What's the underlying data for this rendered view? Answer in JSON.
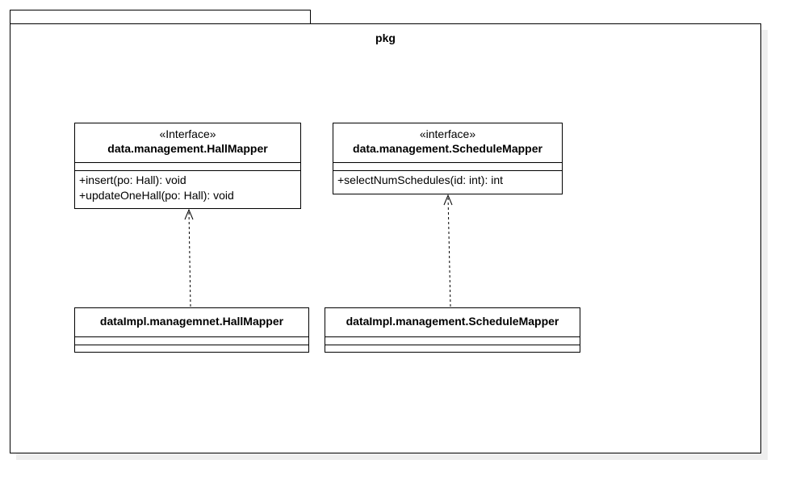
{
  "package": {
    "name": "pkg"
  },
  "classes": {
    "hall_interface": {
      "stereotype": "«Interface»",
      "name": "data.management.HallMapper",
      "operations": [
        "+insert(po: Hall): void",
        "+updateOneHall(po: Hall): void"
      ]
    },
    "schedule_interface": {
      "stereotype": "«interface»",
      "name": "data.management.ScheduleMapper",
      "operations": [
        "+selectNumSchedules(id: int): int"
      ]
    },
    "hall_impl": {
      "name": "dataImpl.managemnet.HallMapper"
    },
    "schedule_impl": {
      "name": "dataImpl.management.ScheduleMapper"
    }
  },
  "relations": [
    {
      "type": "realization",
      "from": "dataImpl.managemnet.HallMapper",
      "to": "data.management.HallMapper"
    },
    {
      "type": "realization",
      "from": "dataImpl.management.ScheduleMapper",
      "to": "data.management.ScheduleMapper"
    }
  ]
}
